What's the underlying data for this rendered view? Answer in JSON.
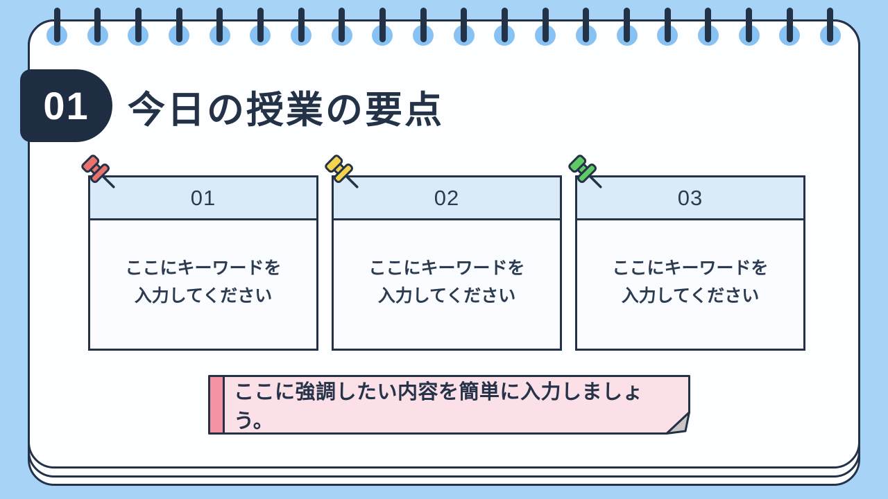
{
  "slide": {
    "section_number": "01",
    "title": "今日の授業の要点"
  },
  "cards": [
    {
      "number": "01",
      "text": "ここにキーワードを\n入力してください",
      "pin": "red-pushpin",
      "pin_fill": "#E9716E"
    },
    {
      "number": "02",
      "text": "ここにキーワードを\n入力してください",
      "pin": "yellow-pushpin",
      "pin_fill": "#F2D44F"
    },
    {
      "number": "03",
      "text": "ここにキーワードを\n入力してください",
      "pin": "green-pushpin",
      "pin_fill": "#5FC966"
    }
  ],
  "note": {
    "text": "ここに強調したい内容を簡単に入力しましょう。"
  },
  "notebook": {
    "ring_count": 20
  },
  "theme": {
    "background": "#A7D3F7",
    "page": "#FDFEFF",
    "ink": "#243247",
    "ring_hole": "#88C2F2",
    "badge_bg": "#1F2D42",
    "card_header_bg": "#DBEAF8",
    "card_body_bg": "#FAFCFF",
    "note_body": "#FBE0E7",
    "note_edge": "#F493A3",
    "note_fold": "#CBC5C5"
  }
}
